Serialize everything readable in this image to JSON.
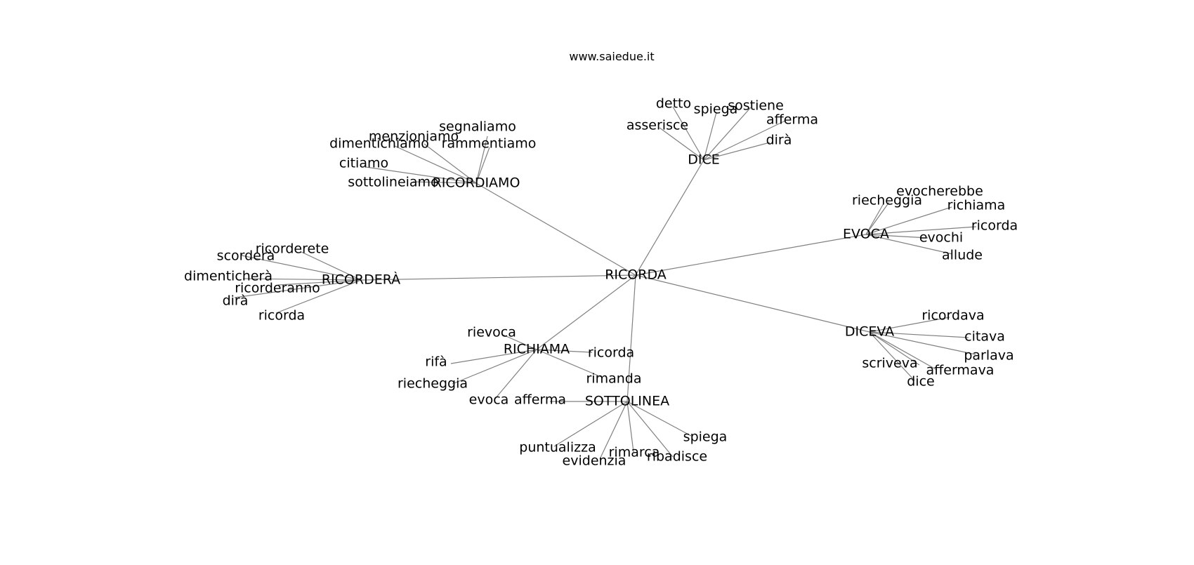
{
  "title": "www.saiedue.it",
  "colors": {
    "edge": "#808080",
    "label": "#000000",
    "background": "#ffffff"
  },
  "root": "RICORDA",
  "groups": [
    {
      "label": "RICORDIAMO",
      "words": [
        "segnaliamo",
        "menzioniamo",
        "rammentiamo",
        "dimentichiamo",
        "citiamo",
        "sottolineiamo"
      ]
    },
    {
      "label": "DICE",
      "words": [
        "detto",
        "spiega",
        "sostiene",
        "asserisce",
        "afferma",
        "dirà"
      ]
    },
    {
      "label": "EVOCA",
      "words": [
        "evocherebbe",
        "riecheggia",
        "richiama",
        "ricorda",
        "evochi",
        "allude"
      ]
    },
    {
      "label": "RICORDERÀ",
      "words": [
        "ricorderete",
        "scorderà",
        "dimenticherà",
        "ricorderanno",
        "dirà",
        "ricorda"
      ]
    },
    {
      "label": "DICEVA",
      "words": [
        "ricordava",
        "citava",
        "parlava",
        "scriveva",
        "affermava",
        "dice"
      ]
    },
    {
      "label": "RICHIAMA",
      "words": [
        "rievoca",
        "rifà",
        "ricorda",
        "riecheggia",
        "rimanda",
        "evoca"
      ]
    },
    {
      "label": "SOTTOLINEA",
      "words": [
        "afferma",
        "spiega",
        "puntualizza",
        "rimarca",
        "ribadisce",
        "evidenzia"
      ]
    }
  ]
}
